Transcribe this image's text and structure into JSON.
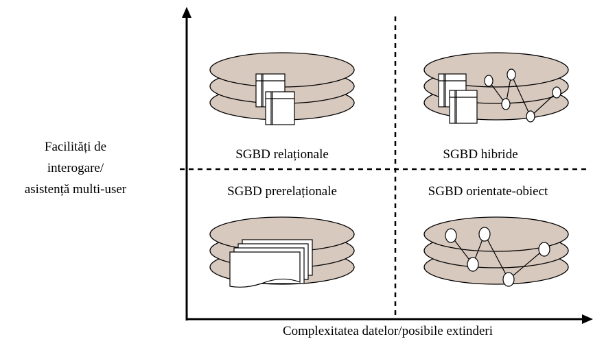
{
  "y_axis_label": [
    "Facilități de",
    "interogare/",
    "asistență multi-user"
  ],
  "x_axis_label": "Complexitatea datelor/posibile extinderi",
  "quadrants": {
    "top_left": "SGBD relaționale",
    "top_right": "SGBD hibride",
    "bottom_left": "SGBD prerelaționale",
    "bottom_right": "SGBD orientate-obiect"
  },
  "colors": {
    "disk_fill": "#d8c9bf",
    "line": "#000000"
  }
}
